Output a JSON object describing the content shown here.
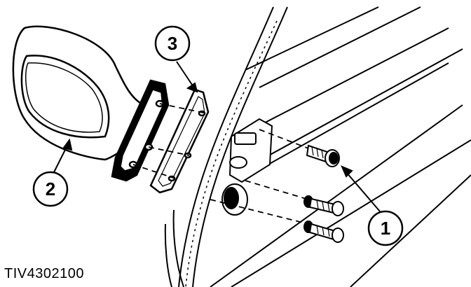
{
  "figure": {
    "id_label": "TIV4302100",
    "callouts": [
      {
        "number": "1",
        "part": "screws"
      },
      {
        "number": "2",
        "part": "mirror"
      },
      {
        "number": "3",
        "part": "gasket"
      }
    ]
  },
  "colors": {
    "line": "#000000",
    "background": "#ffffff"
  }
}
